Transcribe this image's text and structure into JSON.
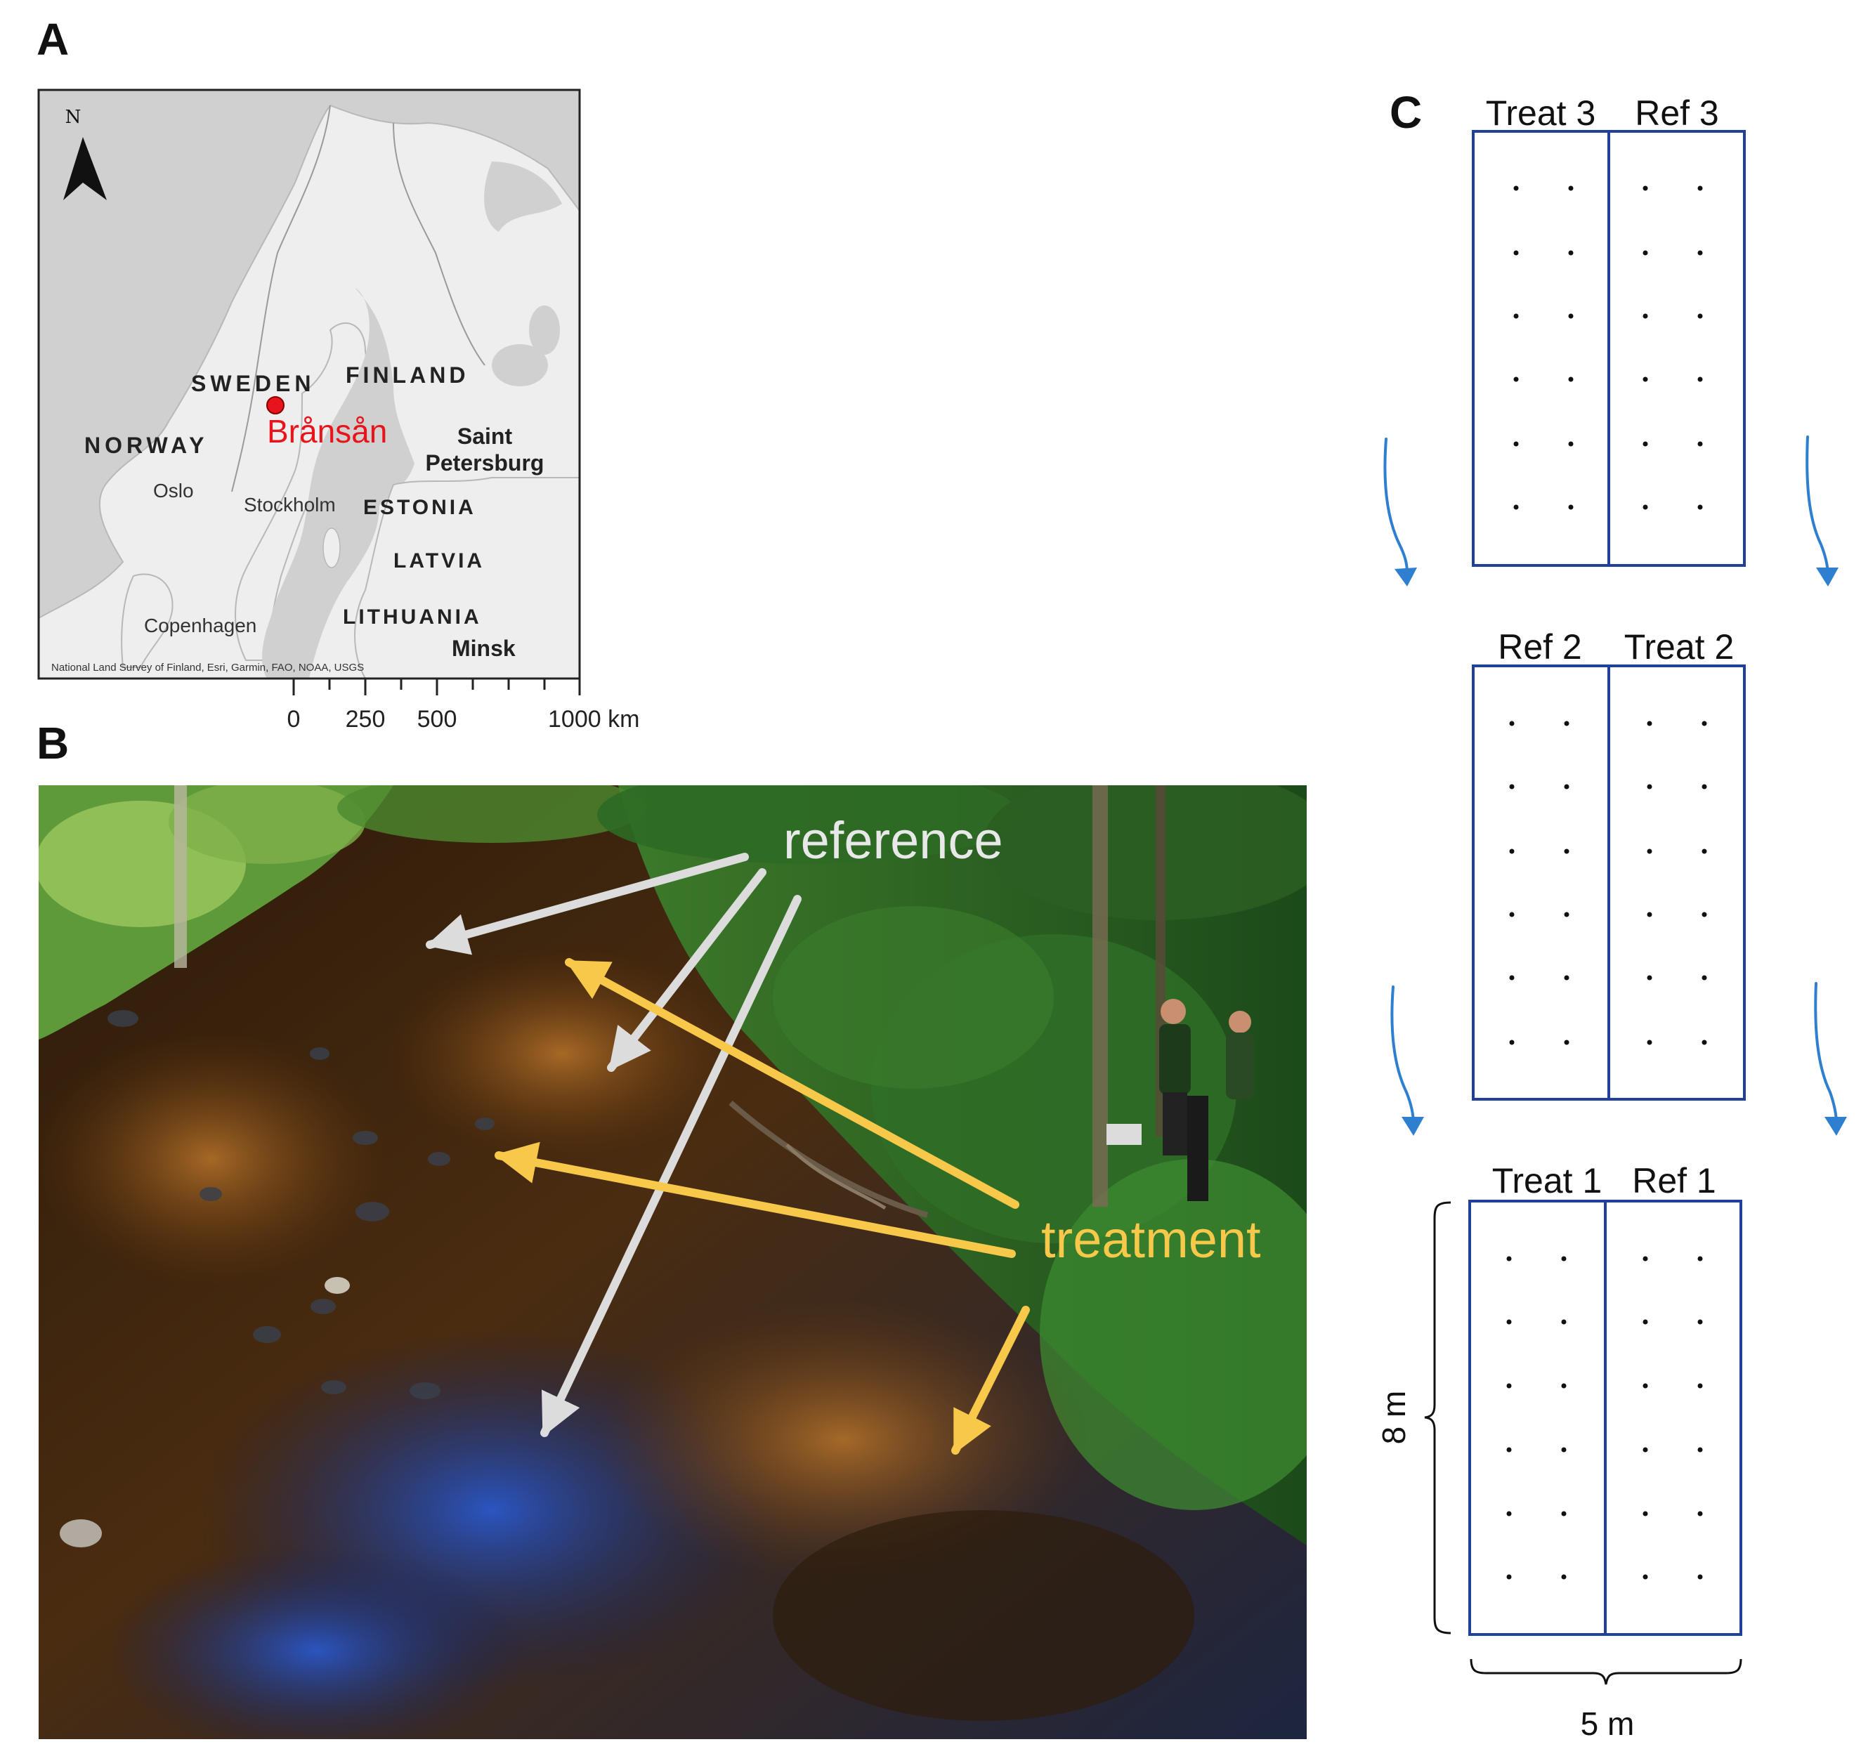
{
  "panels": {
    "a": "A",
    "b": "B",
    "c": "C"
  },
  "map": {
    "north": "N",
    "site": "Brånsån",
    "countries": {
      "sweden": "SWEDEN",
      "finland": "FINLAND",
      "norway": "NORWAY",
      "estonia": "ESTONIA",
      "latvia": "LATVIA",
      "lithuania": "LITHUANIA"
    },
    "cities": {
      "saint": "Saint",
      "petersburg": "Petersburg",
      "oslo": "Oslo",
      "stockholm": "Stockholm",
      "copenhagen": "Copenhagen",
      "minsk": "Minsk"
    },
    "attribution": "National Land Survey of Finland, Esri, Garmin, FAO, NOAA, USGS",
    "scale": {
      "t0": "0",
      "t250": "250",
      "t500": "500",
      "t1000": "1000 km"
    }
  },
  "photo": {
    "reference": "reference",
    "treatment": "treatment"
  },
  "design": {
    "top": {
      "left": "Treat 3",
      "right": "Ref 3"
    },
    "middle": {
      "left": "Ref 2",
      "right": "Treat 2"
    },
    "bottom": {
      "left": "Treat 1",
      "right": "Ref 1"
    },
    "height": "8 m",
    "width": "5 m"
  },
  "colors": {
    "site": "#e8141c",
    "reference_arrow": "#dcdcdc",
    "treatment_arrow": "#f7c84a",
    "plot_border": "#21409a",
    "flow_arrow": "#2f7fd0",
    "land": "#eeeeee",
    "sea": "#d0d0d0"
  }
}
